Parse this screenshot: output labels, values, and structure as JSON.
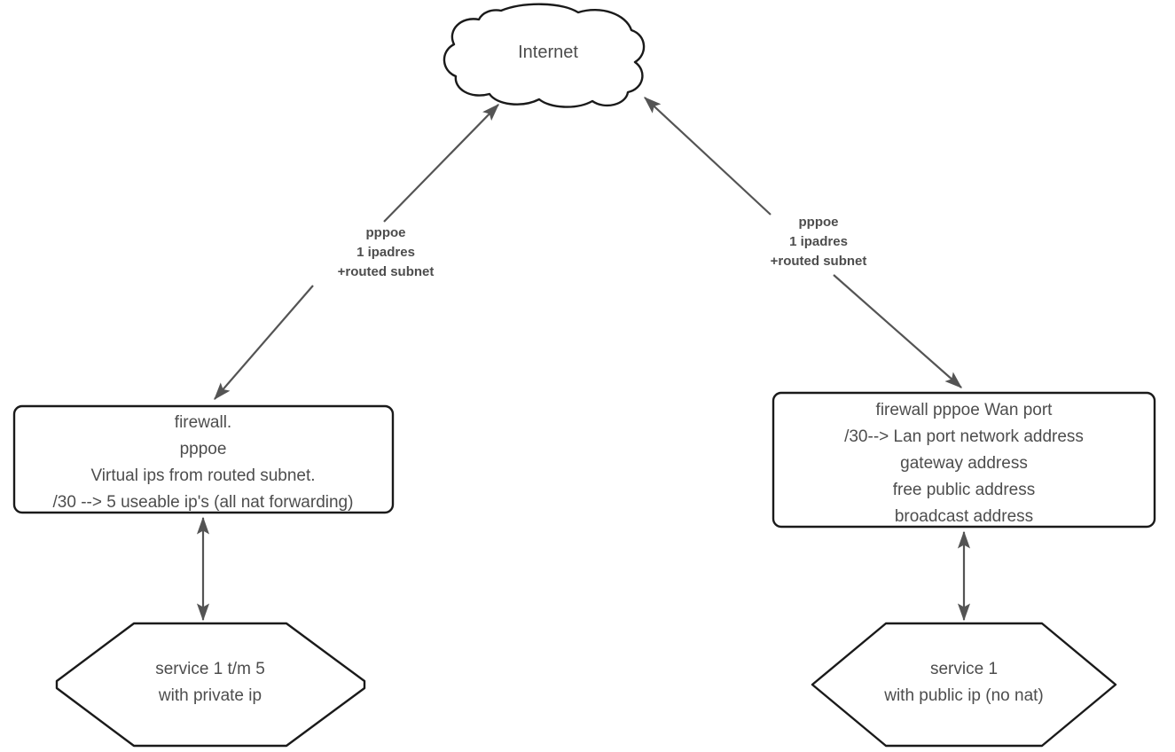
{
  "diagram": {
    "title": "Network topology: two pppoe firewall scenarios",
    "colors": {
      "shape_stroke": "#1a1a1a",
      "shape_fill": "#ffffff",
      "arrow_stroke": "#545454",
      "text": "#4d4d4d",
      "background": "#ffffff"
    },
    "nodes": {
      "internet_cloud": {
        "shape": "cloud",
        "label": "Internet"
      },
      "left_firewall": {
        "shape": "rounded-rectangle",
        "lines": [
          "firewall.",
          "pppoe",
          "Virtual ips from routed subnet.",
          "/30 -->  5 useable ip's (all nat forwarding)"
        ]
      },
      "right_firewall": {
        "shape": "rounded-rectangle",
        "lines": [
          "firewall pppoe Wan port",
          "/30-->  Lan port network address",
          "gateway address",
          "free public address",
          "broadcast address"
        ]
      },
      "left_service": {
        "shape": "octagon",
        "lines": [
          "service 1 t/m 5",
          "with private ip"
        ]
      },
      "right_service": {
        "shape": "hexagon",
        "lines": [
          "service 1",
          "with public ip (no nat)"
        ]
      }
    },
    "edges": {
      "left_wan": {
        "from": "left_firewall",
        "to": "internet_cloud",
        "arrowheads": "both",
        "lines": [
          "pppoe",
          "1 ipadres",
          "+routed subnet"
        ]
      },
      "right_wan": {
        "from": "right_firewall",
        "to": "internet_cloud",
        "arrowheads": "both",
        "lines": [
          "pppoe",
          "1 ipadres",
          "+routed subnet"
        ]
      },
      "left_lan": {
        "from": "left_firewall",
        "to": "left_service",
        "arrowheads": "both",
        "lines": []
      },
      "right_lan": {
        "from": "right_firewall",
        "to": "right_service",
        "arrowheads": "both",
        "lines": []
      }
    }
  }
}
